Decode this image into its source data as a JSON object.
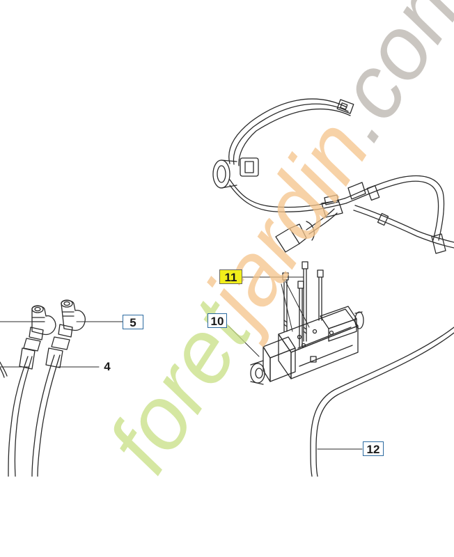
{
  "callouts": {
    "c11": "11",
    "c10": "10",
    "c5": "5",
    "c4": "4",
    "c12": "12"
  },
  "watermark": {
    "text": "foretjardin.com",
    "colors": {
      "green": "#c7df84",
      "orange": "#f5c48a",
      "gray": "#b9b4ad"
    }
  },
  "colors": {
    "line": "#2a2a2a",
    "callout_border": "#2b6aa0",
    "highlight": "#f2ee1b"
  }
}
